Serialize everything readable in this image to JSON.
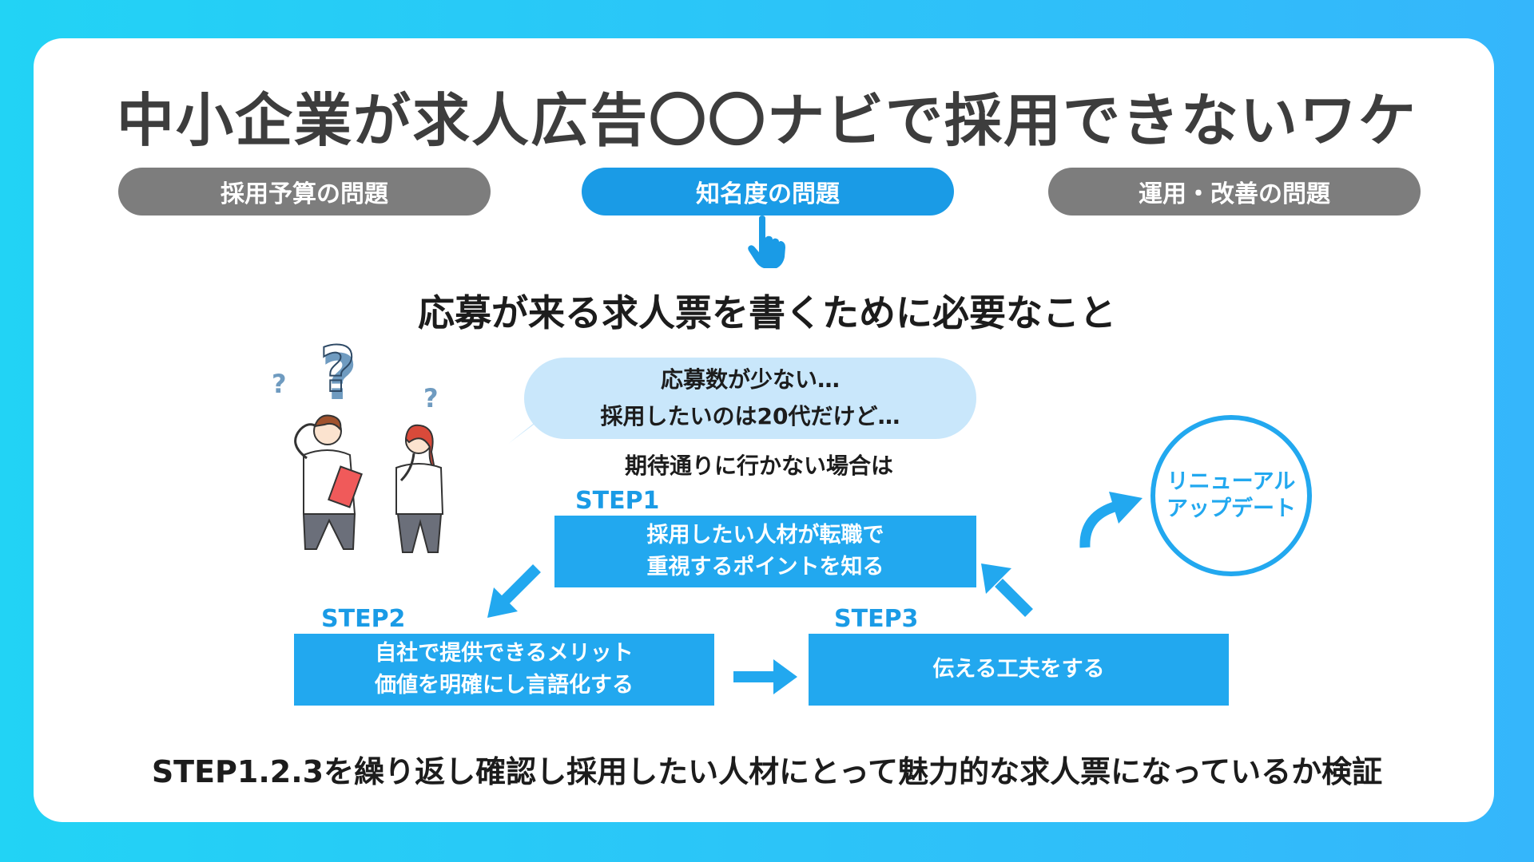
{
  "title": "中小企業が求人広告〇〇ナビで採用できないワケ",
  "categories": [
    {
      "label": "採用予算の問題",
      "active": false
    },
    {
      "label": "知名度の問題",
      "active": true
    },
    {
      "label": "運用・改善の問題",
      "active": false
    }
  ],
  "subtitle": "応募が来る求人票を書くために必要なこと",
  "bubble": {
    "line1": "応募数が少ない…",
    "line2": "採用したいのは20代だけど…"
  },
  "unexpected": "期待通りに行かない場合は",
  "steps": [
    {
      "label": "STEP1",
      "line1": "採用したい人材が転職で",
      "line2": "重視するポイントを知る"
    },
    {
      "label": "STEP2",
      "line1": "自社で提供できるメリット",
      "line2": "価値を明確にし言語化する"
    },
    {
      "label": "STEP3",
      "line1": "伝える工夫をする",
      "line2": ""
    }
  ],
  "renewal": {
    "line1": "リニューアル",
    "line2": "アップデート"
  },
  "conclusion": "STEP1.2.3を繰り返し確認し採用したい人材にとって魅力的な求人票になっているか検証",
  "icons": {
    "pointer": "pointing-hand-icon",
    "people": "confused-people-illustration",
    "question": "question-mark-icon"
  },
  "colors": {
    "accent": "#1a9be6",
    "step_box": "#22a8ef",
    "bubble": "#c9e7fb",
    "inactive_pill": "#7d7d7d",
    "title": "#3d3d3d"
  }
}
